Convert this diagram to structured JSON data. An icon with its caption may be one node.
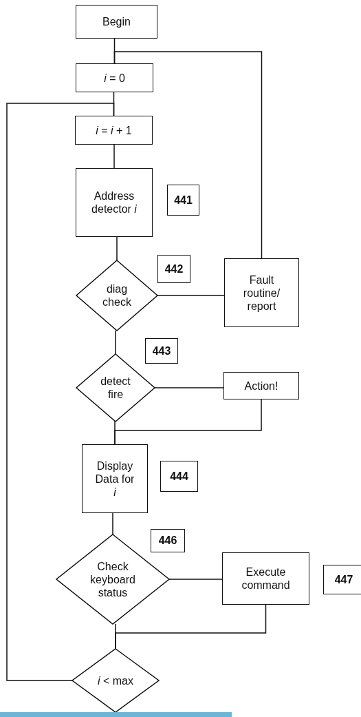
{
  "diagram": {
    "nodes": [
      {
        "text": [
          "Begin"
        ]
      },
      {
        "text": [
          "*i* = 0"
        ]
      },
      {
        "text": [
          "*i* = *i* + 1"
        ]
      },
      {
        "text": [
          "Address detector *i*"
        ]
      },
      {
        "text": [
          "diag check"
        ]
      },
      {
        "text": [
          "Fault routine/ report"
        ]
      },
      {
        "text": [
          "detect fire"
        ]
      },
      {
        "text": [
          "Action!"
        ]
      },
      {
        "text": [
          "Display Data for *i*"
        ]
      },
      {
        "text": [
          "Check keyboard status"
        ]
      },
      {
        "text": [
          "Execute command"
        ]
      },
      {
        "text": [
          "*i* < max"
        ]
      }
    ],
    "edges": [
      {
        "from": 0,
        "to": 1,
        "arrow": "none"
      },
      {
        "from": 1,
        "to": 2,
        "arrow": "none"
      },
      {
        "from": 2,
        "to": 3,
        "arrow": "none"
      },
      {
        "from": 3,
        "to": 4,
        "arrow": "none"
      },
      {
        "from": 4,
        "to": 5,
        "arrow": "none"
      },
      {
        "from": 5,
        "to": 1,
        "arrow": "none"
      },
      {
        "from": 4,
        "to": 6,
        "arrow": "none"
      },
      {
        "from": 6,
        "to": 7,
        "arrow": "none"
      },
      {
        "from": 7,
        "to": 8,
        "arrow": "none"
      },
      {
        "from": 6,
        "to": 8,
        "arrow": "none"
      },
      {
        "from": 8,
        "to": 9,
        "arrow": "none"
      },
      {
        "from": 9,
        "to": 10,
        "arrow": "none"
      },
      {
        "from": 10,
        "to": 11,
        "arrow": "none"
      },
      {
        "from": 9,
        "to": 11,
        "arrow": "none"
      },
      {
        "from": 11,
        "to": 2,
        "arrow": "none"
      }
    ],
    "labels": [
      "441",
      "442",
      "443",
      "444",
      "446",
      "447"
    ]
  }
}
